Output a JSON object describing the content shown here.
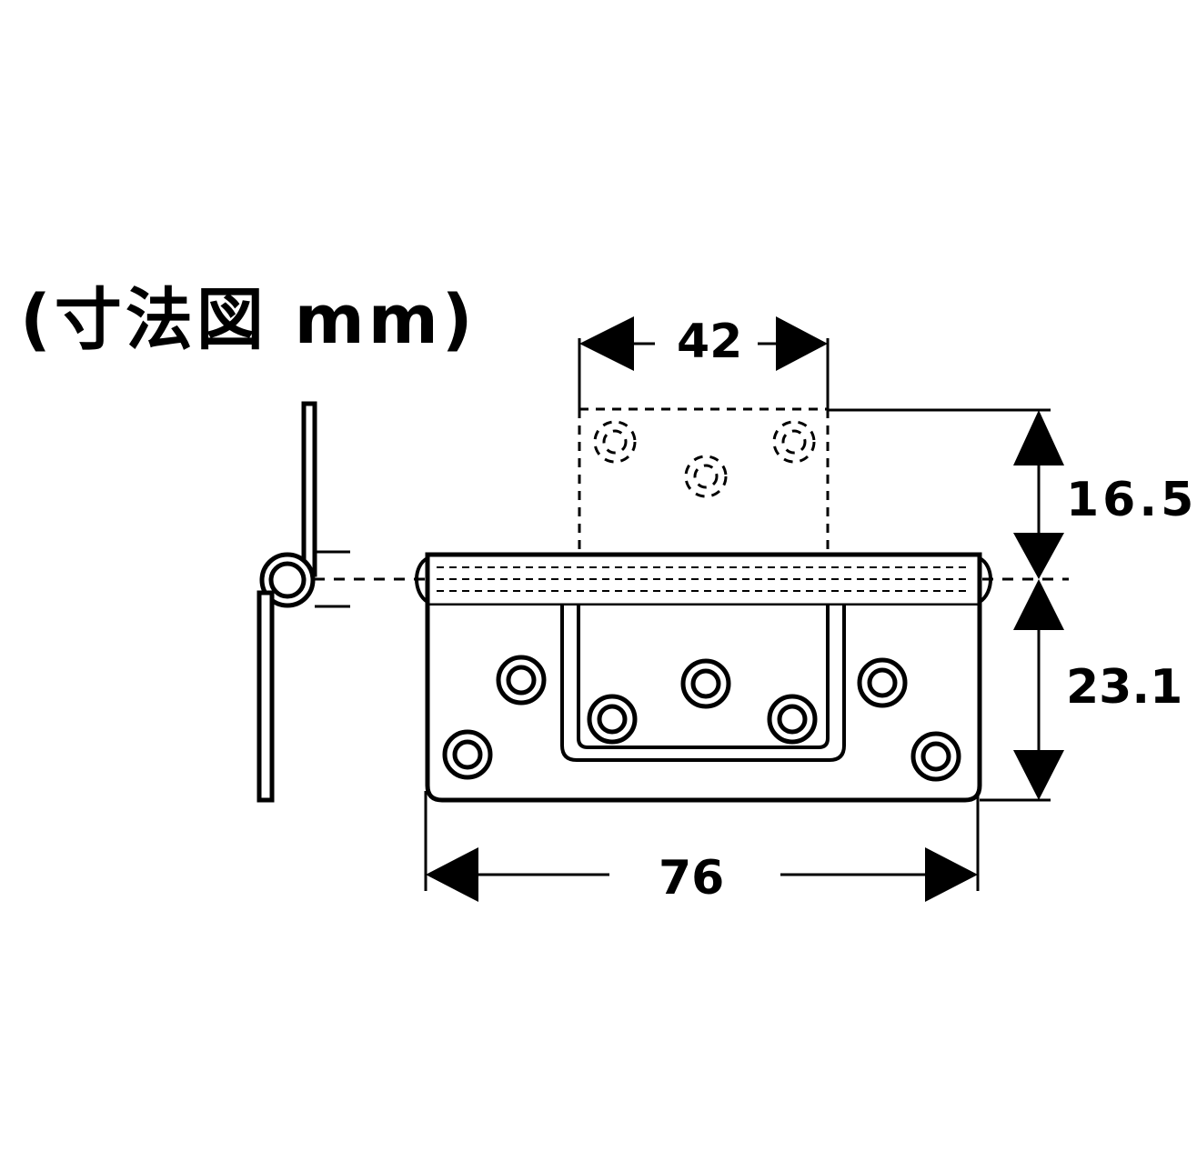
{
  "title": "(寸法図 mm)",
  "dimensions": {
    "top_width": "42",
    "upper_height": "16.5",
    "lower_height": "23.1",
    "total_width": "76"
  },
  "colors": {
    "line": "#000000",
    "background": "#ffffff"
  }
}
